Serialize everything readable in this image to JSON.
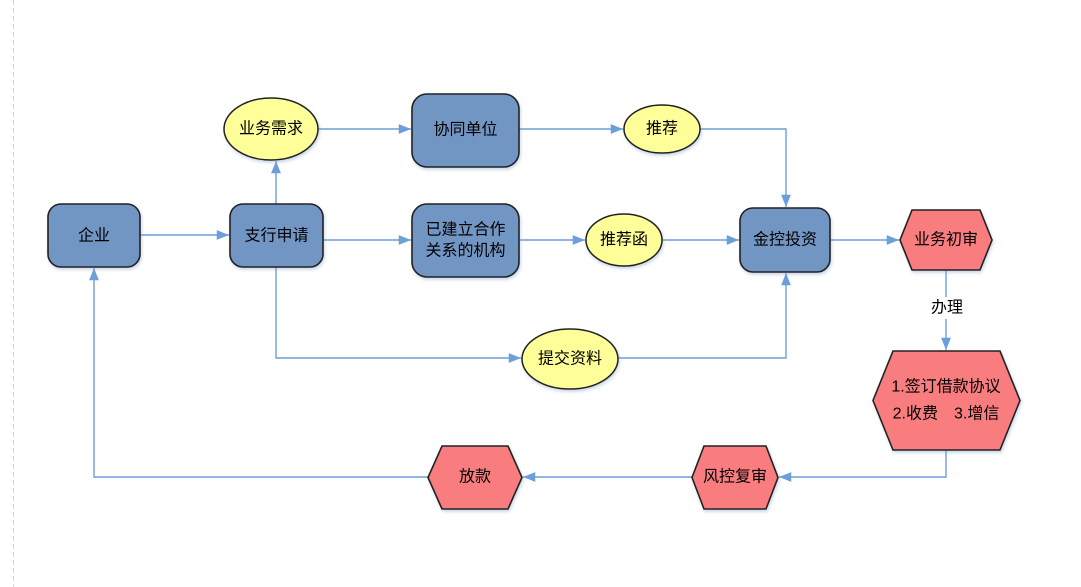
{
  "diagram": {
    "type": "flowchart",
    "nodes": {
      "enterprise": "企业",
      "branch_application": "支行申请",
      "business_demand": "业务需求",
      "collaborating_unit": "协同单位",
      "recommendation": "推荐",
      "partner_institution_line1": "已建立合作",
      "partner_institution_line2": "关系的机构",
      "recommendation_letter": "推荐函",
      "submit_materials": "提交资料",
      "jinkong_investment": "金控投资",
      "business_initial_review": "业务初审",
      "agreement_line1": "1.签订借款协议",
      "agreement_line2": "2.收费　3.增信",
      "risk_control_review": "风控复审",
      "loan_disbursement": "放款"
    },
    "edge_labels": {
      "handle": "办理"
    },
    "colors": {
      "process_fill": "#7296C4",
      "data_fill": "#FFFF99",
      "review_fill": "#F97D7F",
      "connector": "#6C9FD9",
      "shape_border": "#222222",
      "page_guide": "#D9D9D9",
      "label_bg": "#FFFFFF"
    }
  }
}
